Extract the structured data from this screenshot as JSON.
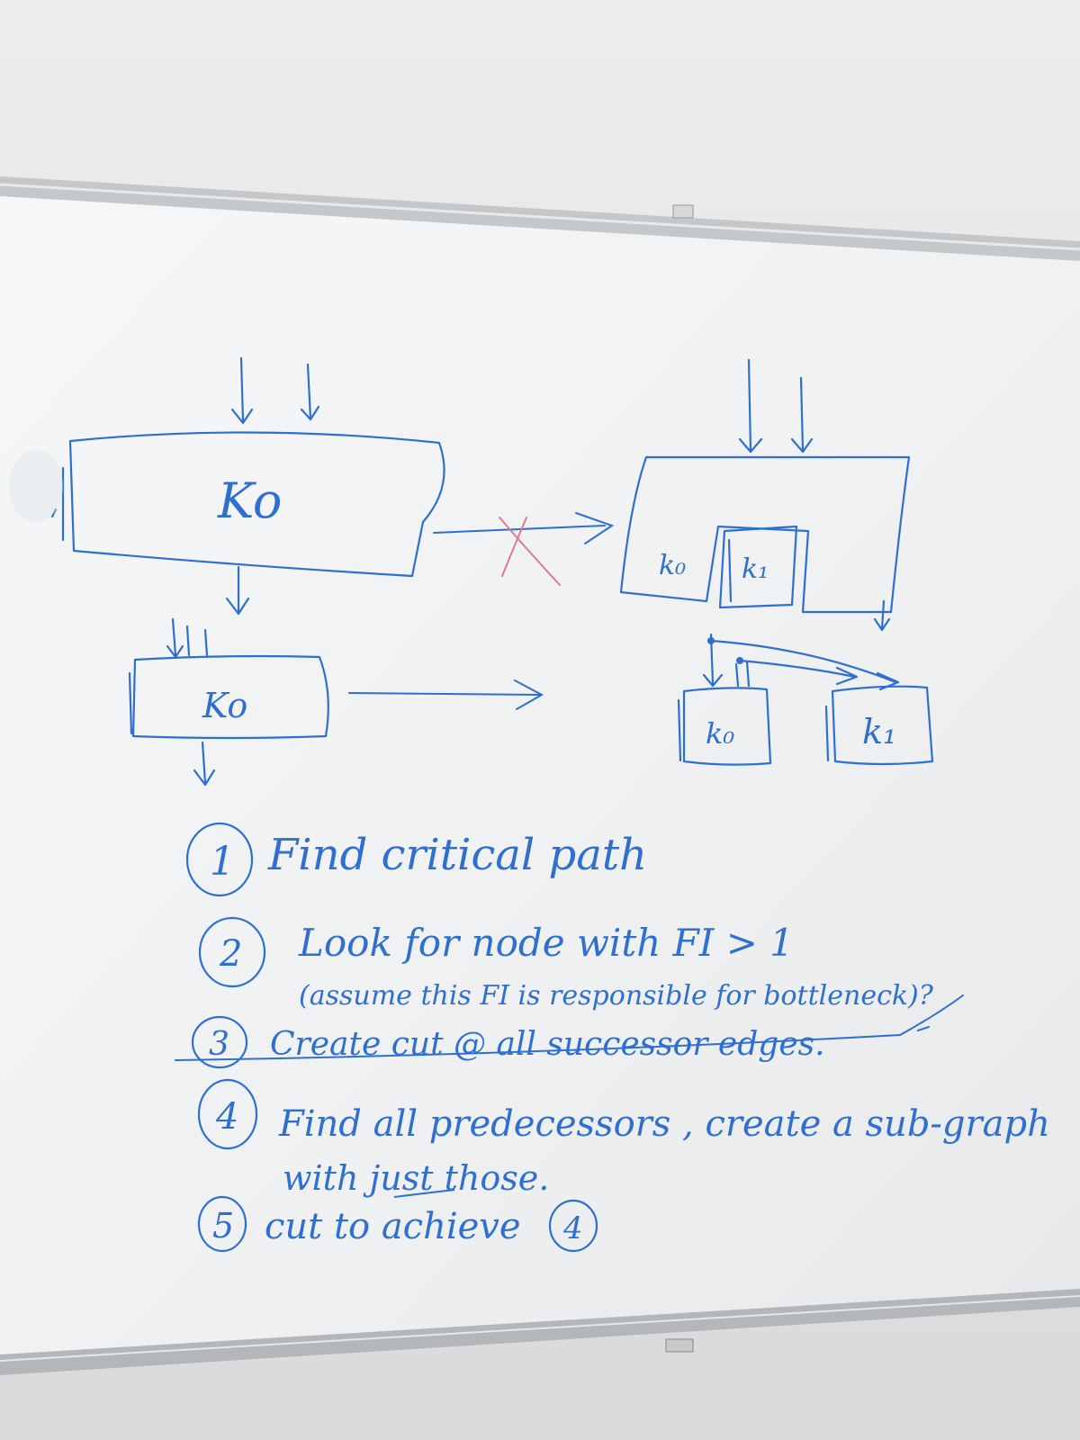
{
  "colors": {
    "wall": "#e4e4e4",
    "board": "#f3f4f5",
    "frame": "#b9bcbf",
    "ink": "#2f6fd0",
    "red_ink": "#e07a8e"
  },
  "diagram": {
    "top_left_node": "Ko",
    "top_right_inner_left": "k₀",
    "top_right_inner_right": "k₁",
    "bottom_left_node": "Ko",
    "bottom_right_left_node": "k₀",
    "bottom_right_right_node": "k₁"
  },
  "steps": [
    {
      "number": "1",
      "text": "Find  critical path"
    },
    {
      "number": "2",
      "text": "Look for node with FI > 1"
    },
    {
      "number": "",
      "text": "(assume this FI is responsible for bottleneck)?"
    },
    {
      "number": "3",
      "text": "Create cut @ all successor edges.",
      "struck": true
    },
    {
      "number": "4",
      "text": "Find all predecessors , create a sub-graph"
    },
    {
      "number": "",
      "text": "with just those."
    },
    {
      "number": "5",
      "text": "cut to achieve",
      "ref": "4"
    }
  ]
}
